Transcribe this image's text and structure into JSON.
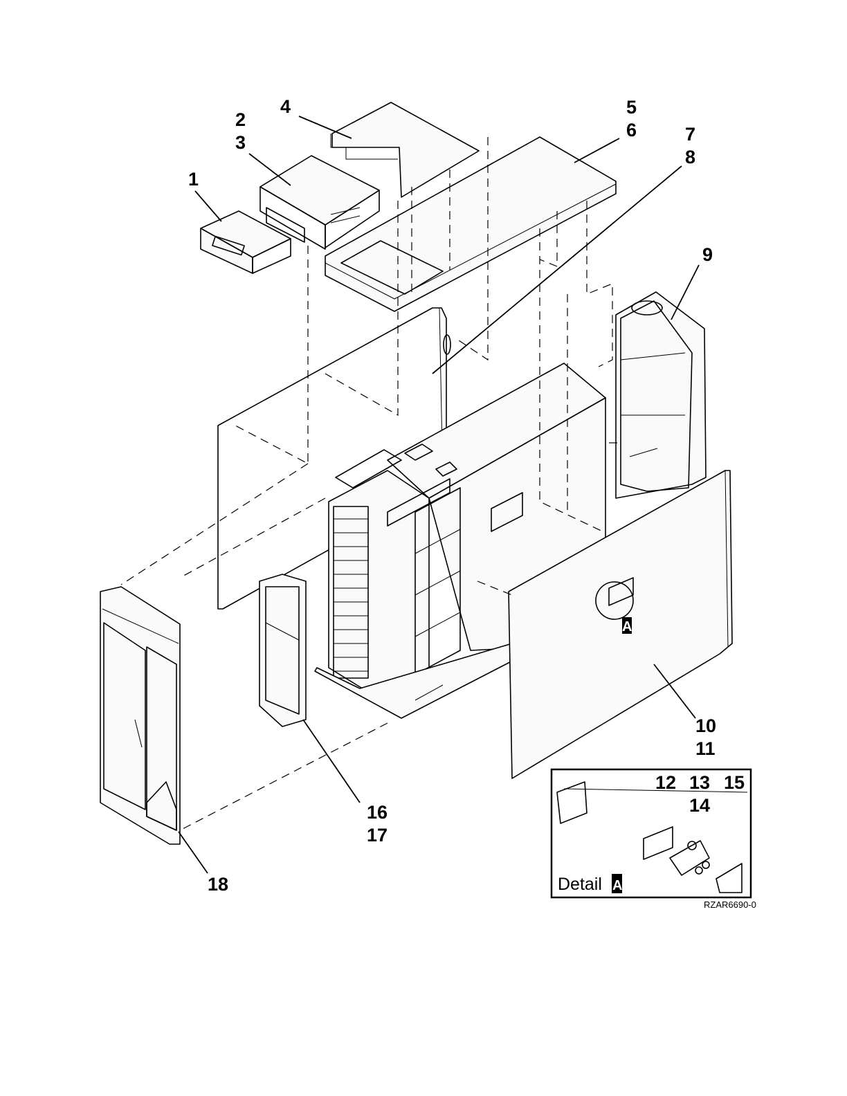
{
  "callouts": {
    "c1": "1",
    "c2": "2",
    "c3": "3",
    "c4": "4",
    "c5": "5",
    "c6": "6",
    "c7": "7",
    "c8": "8",
    "c9": "9",
    "c10": "10",
    "c11": "11",
    "c12": "12",
    "c13": "13",
    "c14": "14",
    "c15": "15",
    "c16": "16",
    "c17": "17",
    "c18": "18"
  },
  "detail": {
    "label": "Detail",
    "marker": "A"
  },
  "main_marker": "A",
  "figure_id": "RZAR6690-0"
}
